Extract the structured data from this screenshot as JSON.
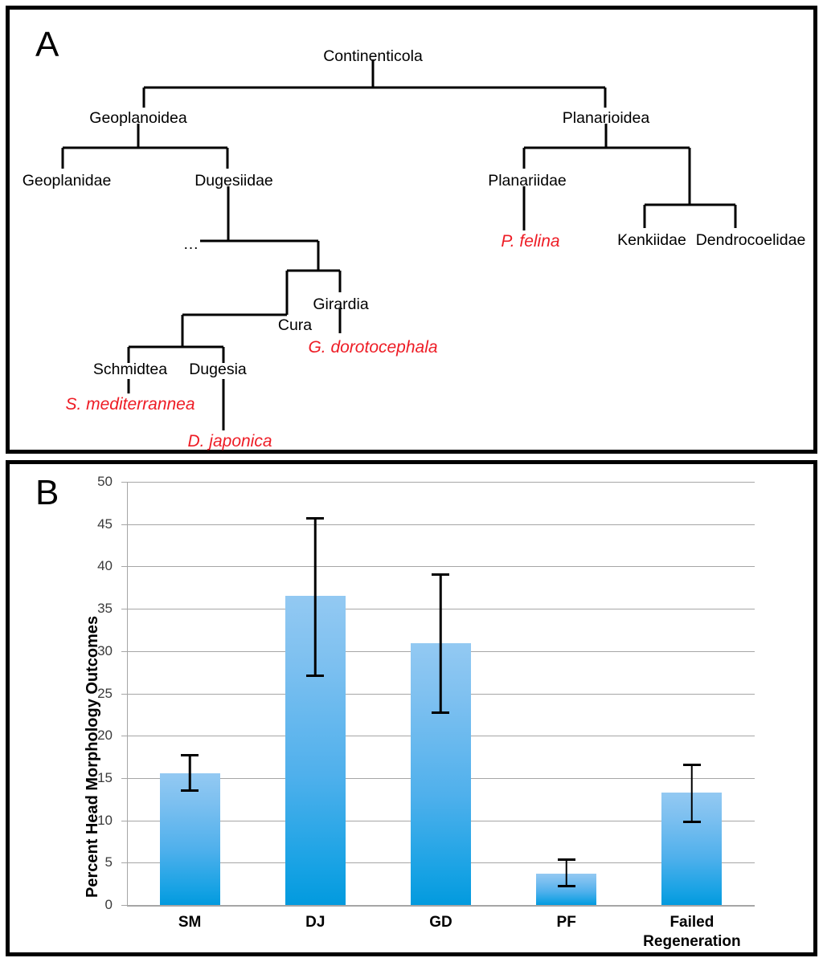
{
  "figure": {
    "panels": [
      {
        "letter": "A",
        "type": "cladogram"
      },
      {
        "letter": "B",
        "type": "bar-chart"
      }
    ]
  },
  "panel_a": {
    "letter": "A",
    "nodes": {
      "root": "Continenticola",
      "geoplanoidea": "Geoplanoidea",
      "planarioidea": "Planarioidea",
      "geoplanidae": "Geoplanidae",
      "dugesiidae": "Dugesiidae",
      "planariidae": "Planariidae",
      "kenkiidae": "Kenkiidae",
      "dendrocoelidae": "Dendrocoelidae",
      "ellipsis": "...",
      "cura": "Cura",
      "girardia": "Girardia",
      "schmidtea": "Schmidtea",
      "dugesia": "Dugesia"
    },
    "species": {
      "p_felina": "P. felina",
      "g_dorotocephala": "G. dorotocephala",
      "s_mediterrannea": "S. mediterrannea",
      "d_japonica": "D. japonica"
    },
    "colors": {
      "species_text": "#ee1c25",
      "branch": "#000000",
      "node_text": "#000000"
    }
  },
  "panel_b": {
    "letter": "B"
  },
  "chart_data": {
    "type": "bar",
    "title": "",
    "xlabel": "",
    "ylabel": "Percent Head Morphology Outcomes",
    "ylim": [
      0,
      50
    ],
    "yticks": [
      0,
      5,
      10,
      15,
      20,
      25,
      30,
      35,
      40,
      45,
      50
    ],
    "ytick_labels": [
      "0",
      "5",
      "10",
      "15",
      "20",
      "25",
      "30",
      "35",
      "40",
      "45",
      "50"
    ],
    "grid": true,
    "legend": "none",
    "categories": [
      "SM",
      "DJ",
      "GD",
      "PF",
      "Failed Regeneration"
    ],
    "category_label_lines": [
      [
        "SM"
      ],
      [
        "DJ"
      ],
      [
        "GD"
      ],
      [
        "PF"
      ],
      [
        "Failed",
        "Regeneration"
      ]
    ],
    "values": [
      15.6,
      36.5,
      30.9,
      3.7,
      13.3
    ],
    "error_upper": [
      17.8,
      45.8,
      39.2,
      5.5,
      16.7
    ],
    "error_lower": [
      13.7,
      27.2,
      22.9,
      2.4,
      10.0
    ],
    "colors": {
      "bar_top": "#93c9f2",
      "bar_bottom": "#029ade",
      "gridline": "#a6a6a6",
      "error_bar": "#000000"
    }
  }
}
